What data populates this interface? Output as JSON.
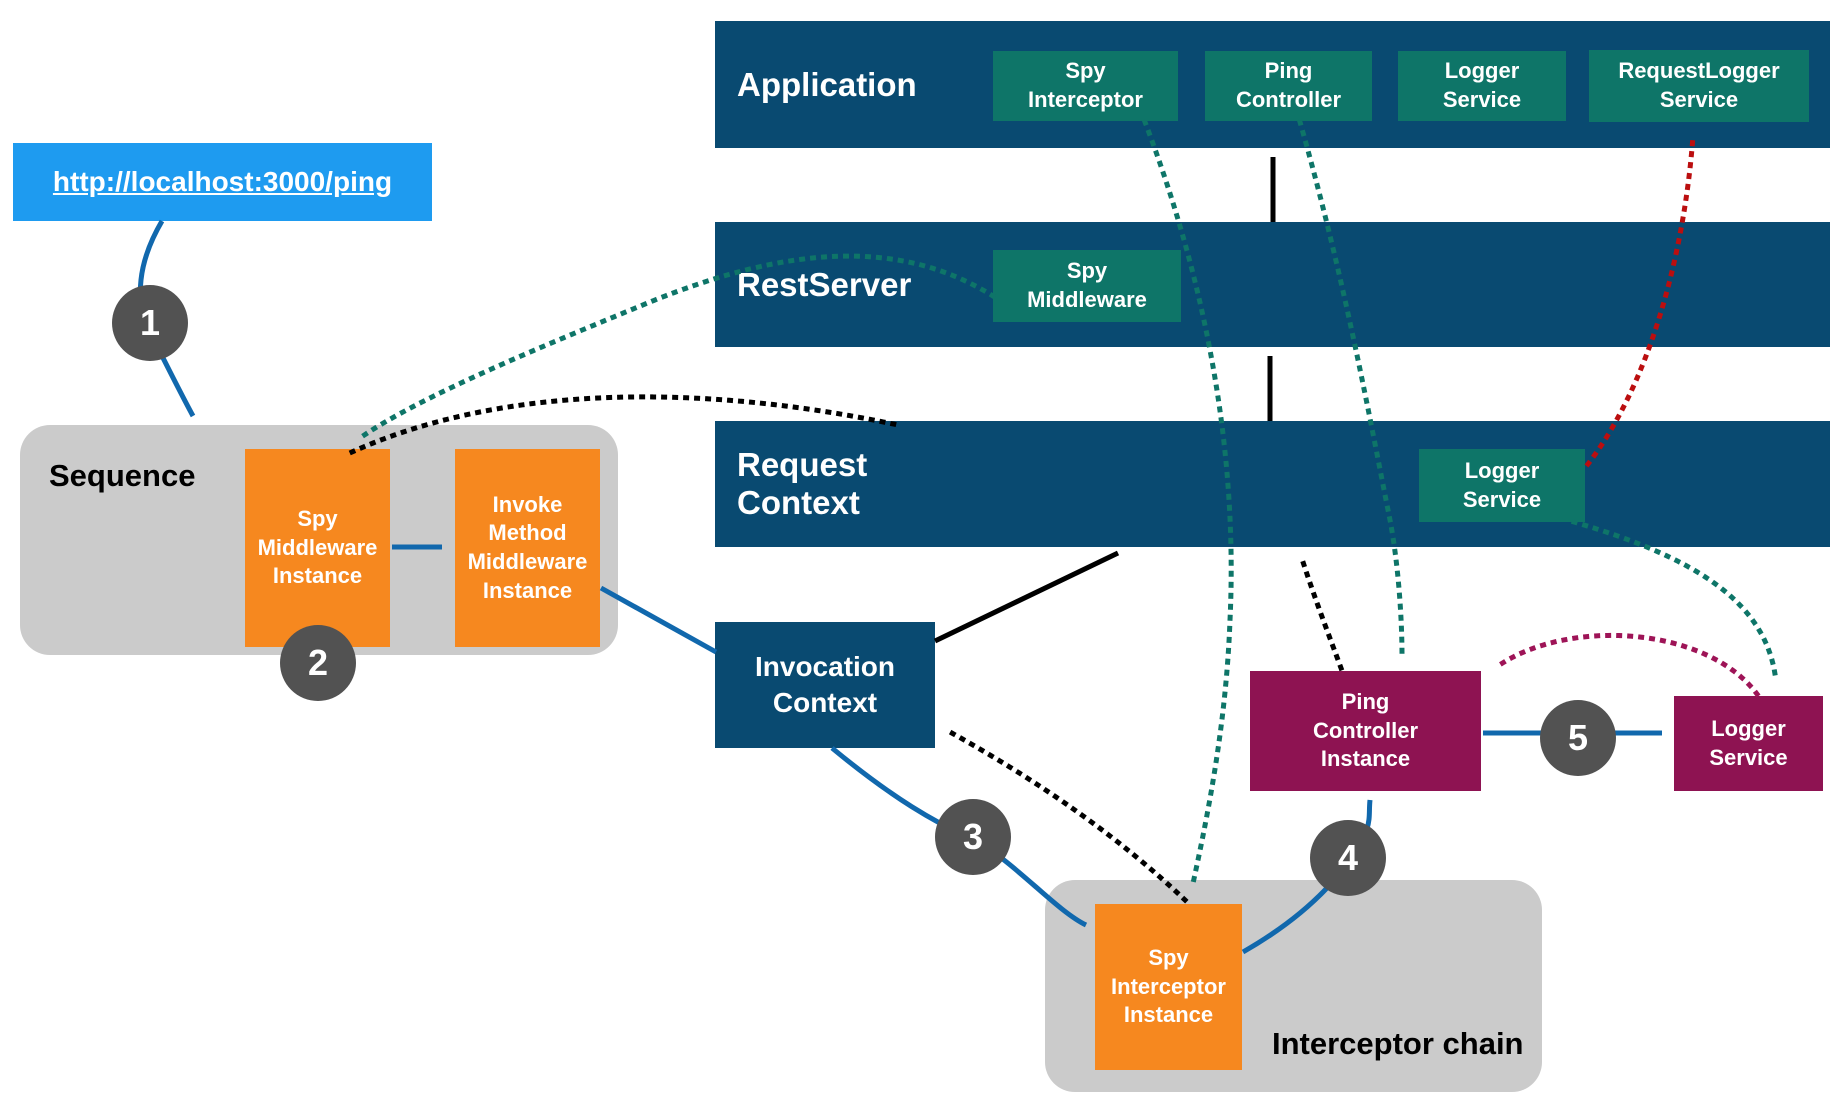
{
  "colors": {
    "layer_navy": "#094A71",
    "service_teal": "#0E7568",
    "instance_orange": "#F6881F",
    "instance_maroon": "#8E1352",
    "group_gray": "#CBCBCB",
    "link_blue": "#1E9BF0",
    "step_circle_gray": "#525252",
    "arrow_blue": "#1168AD",
    "arrow_black": "#000000",
    "arrow_teal_dotted": "#0E7568",
    "arrow_red_dotted": "#BB0E0F",
    "arrow_maroon_dotted": "#9E1457"
  },
  "link": {
    "text": "http://localhost:3000/ping"
  },
  "layers": {
    "application": {
      "label": "Application",
      "services": [
        {
          "label": "Spy\nInterceptor"
        },
        {
          "label": "Ping\nController"
        },
        {
          "label": "Logger\nService"
        },
        {
          "label": "RequestLogger\nService"
        }
      ]
    },
    "restserver": {
      "label": "RestServer",
      "services": [
        {
          "label": "Spy\nMiddleware"
        }
      ]
    },
    "request_context": {
      "label": "Request\nContext",
      "services": [
        {
          "label": "Logger\nService"
        }
      ]
    }
  },
  "groups": {
    "sequence": {
      "label": "Sequence",
      "boxes": [
        {
          "label": "Spy\nMiddleware\nInstance"
        },
        {
          "label": "Invoke\nMethod\nMiddleware\nInstance"
        }
      ]
    },
    "interceptor_chain": {
      "label": "Interceptor chain",
      "boxes": [
        {
          "label": "Spy\nInterceptor\nInstance"
        }
      ]
    }
  },
  "instances": {
    "invocation_context": {
      "label": "Invocation\nContext"
    },
    "ping_controller_instance": {
      "label": "Ping\nController\nInstance"
    },
    "logger_service_instance": {
      "label": "Logger\nService"
    }
  },
  "steps": [
    {
      "n": "1"
    },
    {
      "n": "2"
    },
    {
      "n": "3"
    },
    {
      "n": "4"
    },
    {
      "n": "5"
    }
  ]
}
